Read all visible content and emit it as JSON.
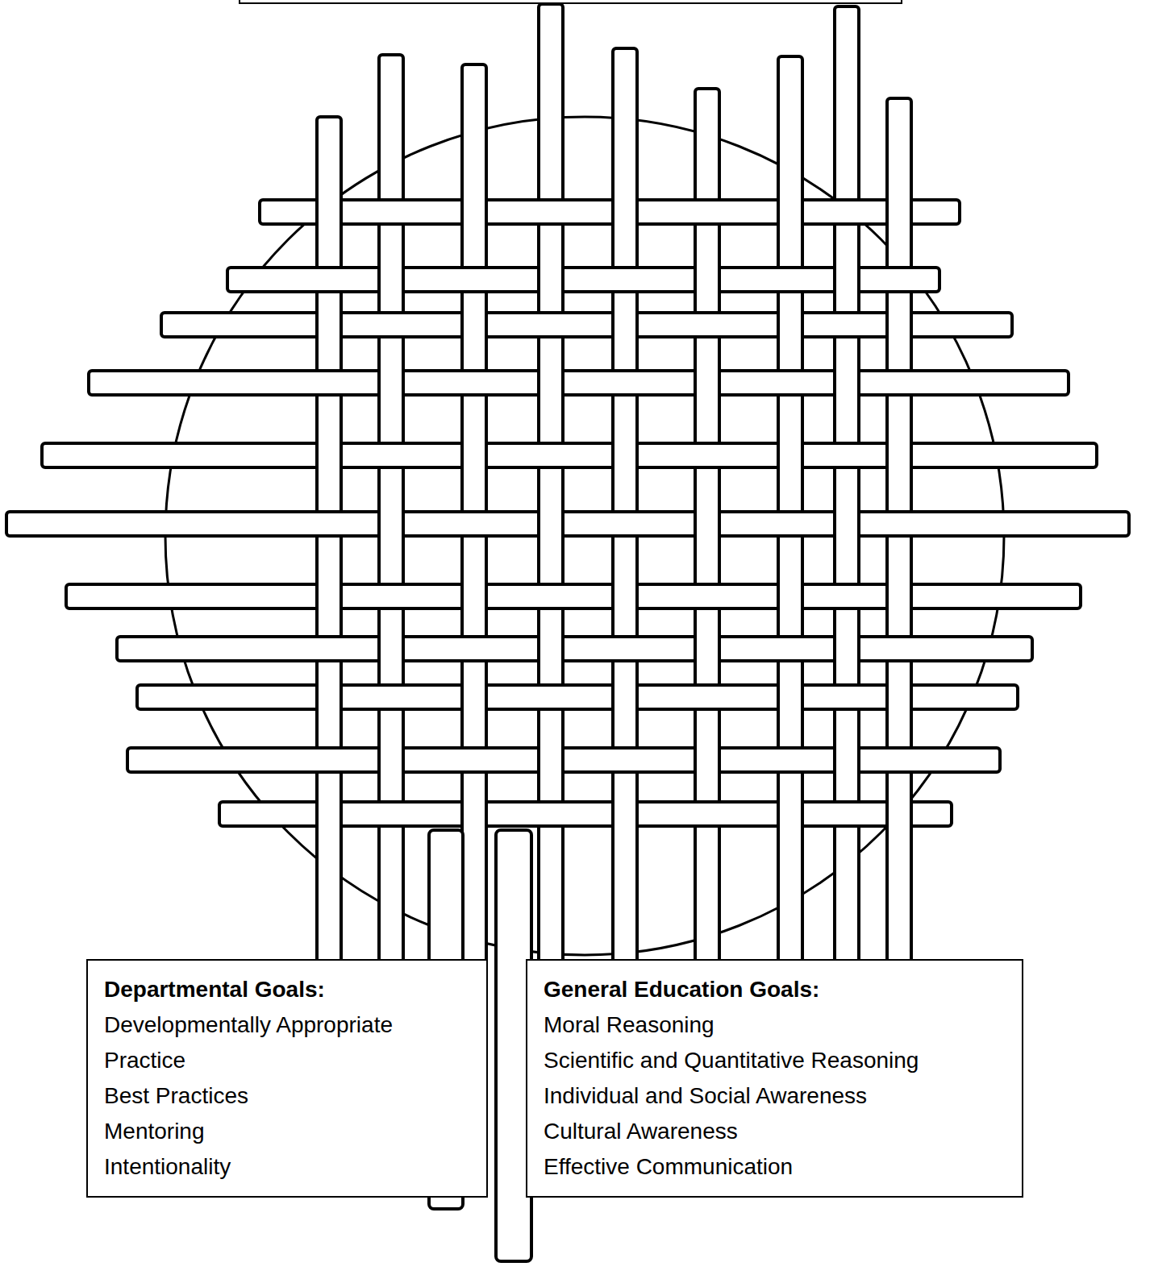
{
  "diagram": {
    "nodes": [
      {
        "text": [
          "Departmental Goals:",
          "Developmentally Appropriate Practice",
          "Best Practices",
          "Mentoring",
          "Intentionality"
        ]
      },
      {
        "text": [
          "General Education Goals:",
          "Moral Reasoning",
          "Scientific and Quantitative Reasoning",
          "Individual and Social Awareness",
          "Cultural Awareness",
          "Effective Communication"
        ]
      }
    ]
  }
}
